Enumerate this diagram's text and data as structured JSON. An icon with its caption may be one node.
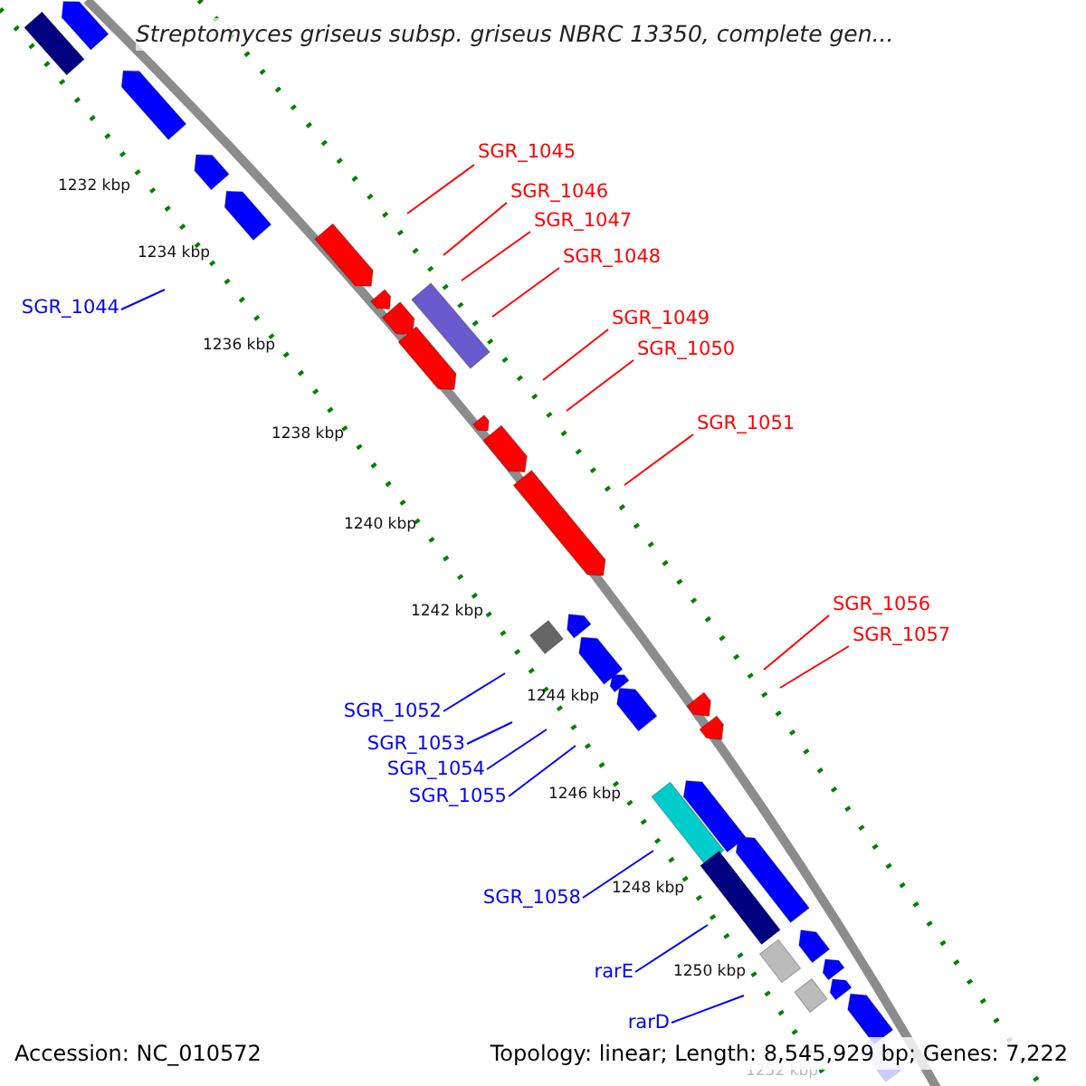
{
  "diagram": {
    "title": "Streptomyces griseus subsp. griseus NBRC 13350, complete gen...",
    "nodes": [
      {
        "text": [
          "SGR_1045"
        ]
      },
      {
        "text": [
          "SGR_1046"
        ]
      },
      {
        "text": [
          "SGR_1047"
        ]
      },
      {
        "text": [
          "SGR_1048"
        ]
      },
      {
        "text": [
          "SGR_1044"
        ]
      },
      {
        "text": [
          "SGR_1049"
        ]
      },
      {
        "text": [
          "SGR_1050"
        ]
      },
      {
        "text": [
          "SGR_1051"
        ]
      },
      {
        "text": [
          "SGR_1056"
        ]
      },
      {
        "text": [
          "SGR_1057"
        ]
      },
      {
        "text": [
          "SGR_1052"
        ]
      },
      {
        "text": [
          "SGR_1053"
        ]
      },
      {
        "text": [
          "SGR_1054"
        ]
      },
      {
        "text": [
          "SGR_1055"
        ]
      },
      {
        "text": [
          "SGR_1058"
        ]
      },
      {
        "text": [
          "rarE"
        ]
      },
      {
        "text": [
          "rarD"
        ]
      }
    ],
    "edges": [
      {
        "from": 0,
        "to": null,
        "arrow": "none",
        "color": "#ff0000"
      },
      {
        "from": 1,
        "to": null,
        "arrow": "none",
        "color": "#ff0000"
      },
      {
        "from": 2,
        "to": null,
        "arrow": "none",
        "color": "#ff0000"
      },
      {
        "from": 3,
        "to": null,
        "arrow": "none",
        "color": "#ff0000"
      },
      {
        "from": 4,
        "to": null,
        "arrow": "none",
        "color": "#0000ff"
      },
      {
        "from": 5,
        "to": null,
        "arrow": "none",
        "color": "#ff0000"
      },
      {
        "from": 6,
        "to": null,
        "arrow": "none",
        "color": "#ff0000"
      },
      {
        "from": 7,
        "to": null,
        "arrow": "none",
        "color": "#ff0000"
      },
      {
        "from": 8,
        "to": null,
        "arrow": "none",
        "color": "#ff0000"
      },
      {
        "from": 9,
        "to": null,
        "arrow": "none",
        "color": "#ff0000"
      },
      {
        "from": 10,
        "to": null,
        "arrow": "none",
        "color": "#0000ff"
      },
      {
        "from": 11,
        "to": null,
        "arrow": "none",
        "color": "#0000ff"
      },
      {
        "from": 12,
        "to": null,
        "arrow": "none",
        "color": "#0000ff"
      },
      {
        "from": 13,
        "to": null,
        "arrow": "none",
        "color": "#0000ff"
      },
      {
        "from": 14,
        "to": null,
        "arrow": "none",
        "color": "#0000ff"
      },
      {
        "from": 15,
        "to": null,
        "arrow": "none",
        "color": "#0000ff"
      },
      {
        "from": 16,
        "to": null,
        "arrow": "none",
        "color": "#0000ff"
      }
    ],
    "labels": [
      "1232 kbp",
      "1234 kbp",
      "1236 kbp",
      "1238 kbp",
      "1240 kbp",
      "1242 kbp",
      "1244 kbp",
      "1246 kbp",
      "1248 kbp",
      "1250 kbp",
      "1252 kbp",
      "Accession: NC_010572",
      "Topology: linear; Length: 8,545,929 bp; Genes: 7,222"
    ]
  }
}
